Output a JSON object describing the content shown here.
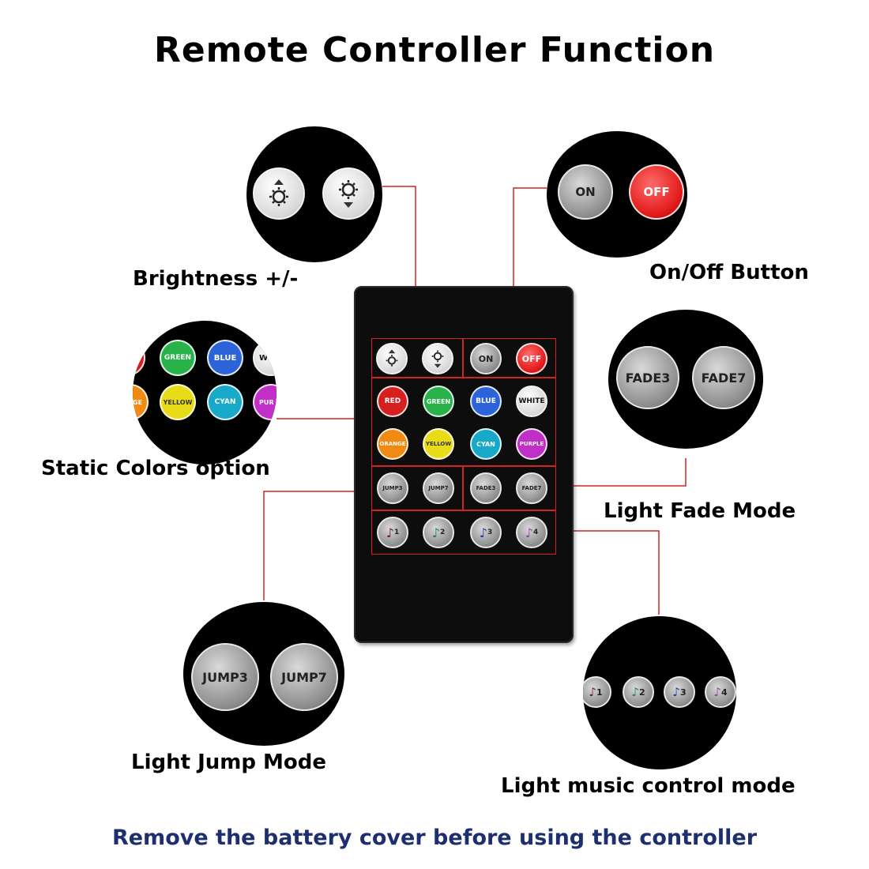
{
  "title": "Remote Controller Function",
  "labels": {
    "brightness": "Brightness +/-",
    "onoff": "On/Off Button",
    "static": "Static Colors option",
    "fade": "Light Fade Mode",
    "jump": "Light Jump Mode",
    "music": "Light music control mode"
  },
  "footer": "Remove the battery cover before using the controller",
  "remote": {
    "row1": {
      "brightness": [
        "sun-up-icon",
        "sun-down-icon"
      ],
      "on": "ON",
      "off": "OFF"
    },
    "colors": [
      {
        "label": "RED",
        "color": "#d62020"
      },
      {
        "label": "GREEN",
        "color": "#27b34a"
      },
      {
        "label": "BLUE",
        "color": "#2d63d8"
      },
      {
        "label": "WHITE",
        "color": "#ffffff"
      },
      {
        "label": "ORANGE",
        "color": "#f08a12"
      },
      {
        "label": "YELLOW",
        "color": "#e8dc18"
      },
      {
        "label": "CYAN",
        "color": "#18a9c8"
      },
      {
        "label": "PURPLE",
        "color": "#c02fc6"
      }
    ],
    "modes": [
      "JUMP3",
      "JUMP7",
      "FADE3",
      "FADE7"
    ],
    "music": [
      {
        "num": "1",
        "note_color": "#7a1a2a"
      },
      {
        "num": "2",
        "note_color": "#1f8a4a"
      },
      {
        "num": "3",
        "note_color": "#1f3fae"
      },
      {
        "num": "4",
        "note_color": "#9b3fb0"
      }
    ]
  },
  "zoom": {
    "colors_top": [
      "GREEN",
      "BLUE",
      "W"
    ],
    "colors_bottom": [
      "GE",
      "YELLOW",
      "CYAN",
      "PUR"
    ],
    "fade": [
      "FADE3",
      "FADE7"
    ],
    "jump": [
      "JUMP3",
      "JUMP7"
    ],
    "onoff": [
      "ON",
      "OFF"
    ],
    "music": [
      "1",
      "2",
      "3",
      "4"
    ]
  },
  "colors": {
    "line": "#d32222",
    "footer": "#1d2f6f"
  }
}
